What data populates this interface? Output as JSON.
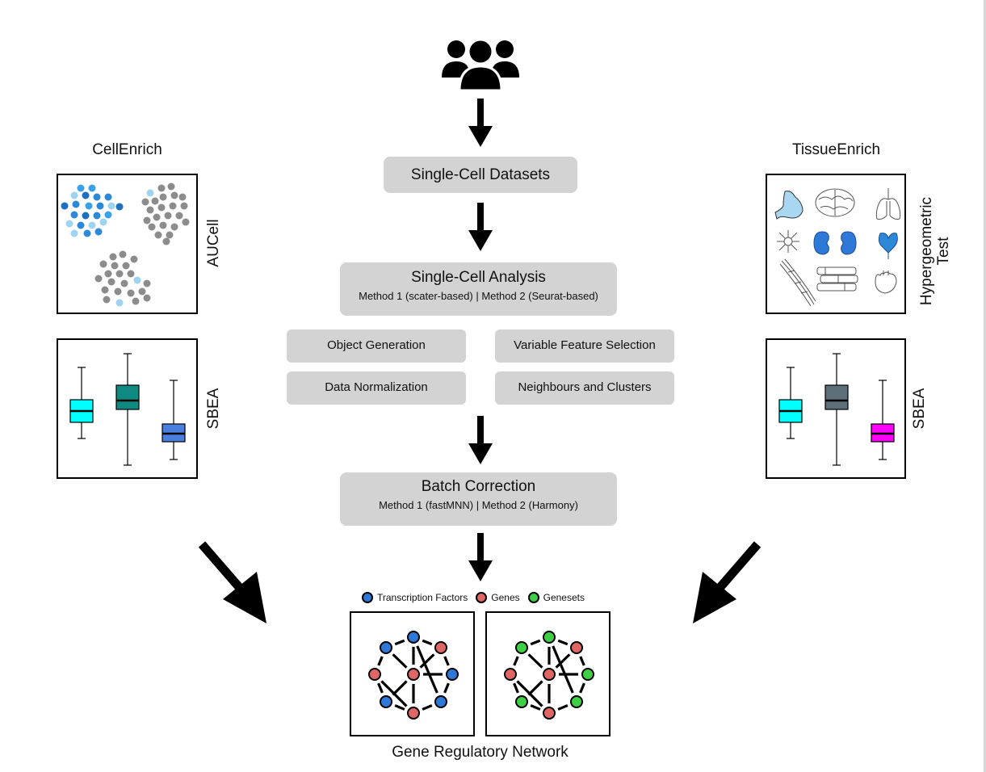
{
  "left": {
    "title": "CellEnrich",
    "auc_label": "AUCell",
    "sbea_label": "SBEA"
  },
  "right": {
    "title": "TissueEnrich",
    "hyper_label_line1": "Hypergeometric",
    "hyper_label_line2": "Test",
    "sbea_label": "SBEA"
  },
  "center": {
    "datasets": "Single-Cell Datasets",
    "analysis_title": "Single-Cell Analysis",
    "analysis_methods": "Method 1 (scater-based) | Method 2 (Seurat-based)",
    "steps": [
      "Object Generation",
      "Variable Feature Selection",
      "Data Normalization",
      "Neighbours and Clusters"
    ],
    "batch_title": "Batch Correction",
    "batch_methods": "Method 1 (fastMNN) | Method 2 (Harmony)"
  },
  "network": {
    "legend": [
      "Transcription Factors",
      "Genes",
      "Genesets"
    ],
    "title": "Gene Regulatory Network"
  },
  "colors": {
    "box_gray": "#d3d3d3",
    "tf_blue": "#2e78d8",
    "gene_red": "#e06666",
    "geneset_green": "#3ecf45",
    "cyan": "#00ffff",
    "teal": "#0e8a80",
    "royal_blue": "#4a7fe0",
    "slate": "#5d707a",
    "magenta": "#ff00ff"
  }
}
